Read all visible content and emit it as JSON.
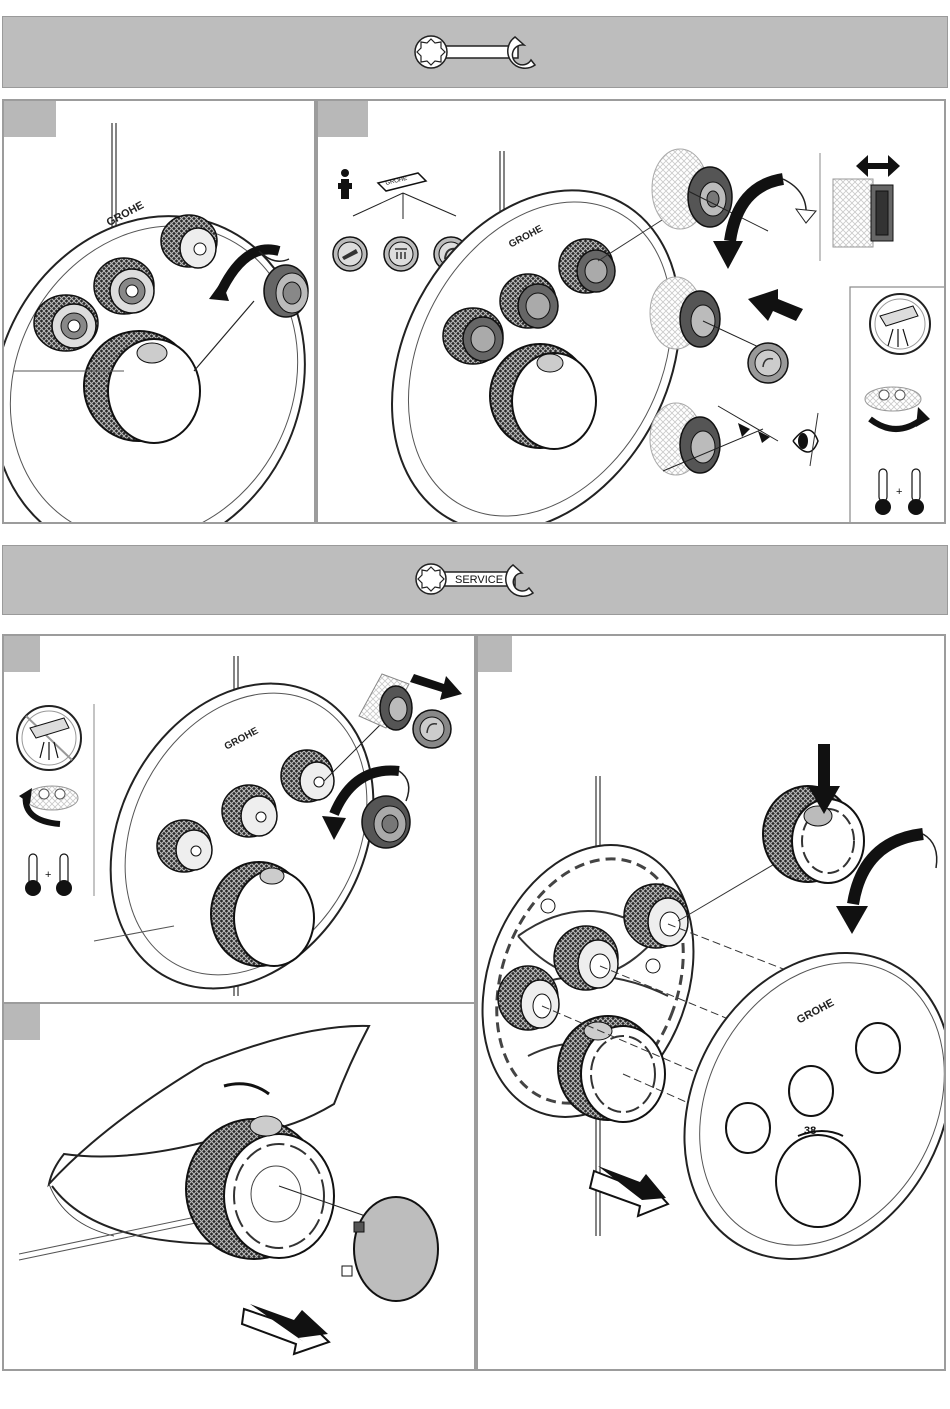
{
  "brand": {
    "logo_text": "GROHE"
  },
  "service_band": {
    "label": "SERVICE"
  },
  "panel_bottom_right": {
    "dial_number": "38"
  }
}
